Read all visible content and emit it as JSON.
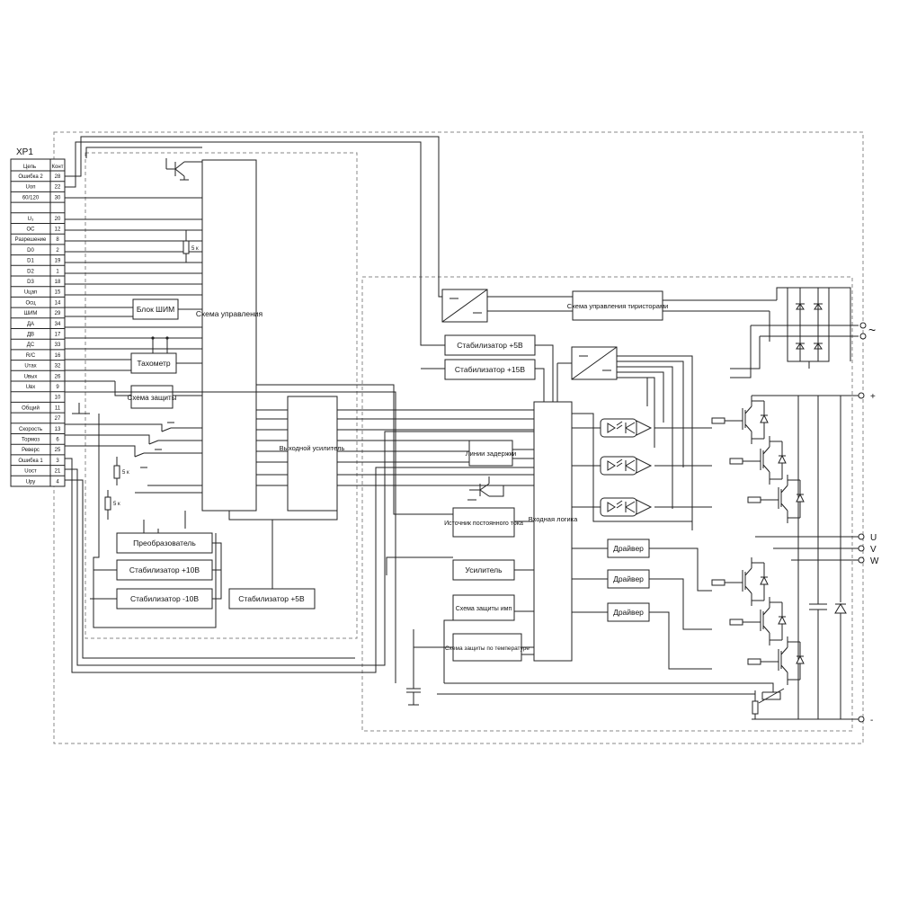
{
  "connector": {
    "title": "XP1",
    "col_signal": "Цепь",
    "col_pin": "Конт",
    "pins": [
      {
        "signal": "Ошибка 2",
        "pin": "28"
      },
      {
        "signal": "Uоп",
        "pin": "22"
      },
      {
        "signal": "60/120",
        "pin": "30"
      },
      {
        "signal": "",
        "pin": ""
      },
      {
        "signal": "U₃",
        "pin": "20"
      },
      {
        "signal": "ОС",
        "pin": "12"
      },
      {
        "signal": "Разрешение",
        "pin": "8"
      },
      {
        "signal": "D0",
        "pin": "2"
      },
      {
        "signal": "D1",
        "pin": "19"
      },
      {
        "signal": "D2",
        "pin": "1"
      },
      {
        "signal": "D3",
        "pin": "18"
      },
      {
        "signal": "Uцап",
        "pin": "15"
      },
      {
        "signal": "Осц",
        "pin": "14"
      },
      {
        "signal": "ШИМ",
        "pin": "29"
      },
      {
        "signal": "ДА",
        "pin": "34"
      },
      {
        "signal": "ДВ",
        "pin": "17"
      },
      {
        "signal": "ДС",
        "pin": "33"
      },
      {
        "signal": "R/C",
        "pin": "16"
      },
      {
        "signal": "Uтах",
        "pin": "32"
      },
      {
        "signal": "Uвых",
        "pin": "26"
      },
      {
        "signal": "Uвх",
        "pin": "9"
      },
      {
        "signal": "",
        "pin": "10"
      },
      {
        "signal": "Общий",
        "pin": "11"
      },
      {
        "signal": "",
        "pin": "27"
      },
      {
        "signal": "Скорость",
        "pin": "13"
      },
      {
        "signal": "Тормоз",
        "pin": "6"
      },
      {
        "signal": "Реверс",
        "pin": "25"
      },
      {
        "signal": "Ошибка 1",
        "pin": "3"
      },
      {
        "signal": "Uост",
        "pin": "21"
      },
      {
        "signal": "Uру",
        "pin": "4"
      }
    ]
  },
  "blocks": {
    "control": "Схема управления",
    "pwm": "Блок ШИМ",
    "tacho": "Тахометр",
    "protect": "Схема защиты",
    "output_amp": "Выходной усилитель",
    "converter": "Преобразователь",
    "stab_p10": "Стабилизатор +10В",
    "stab_m10": "Стабилизатор -10В",
    "stab_5_left": "Стабилизатор +5В",
    "stab_5_right": "Стабилизатор +5В",
    "stab_15": "Стабилизатор +15В",
    "delay": "Линии задержки",
    "current_source": "Источник постоянного тока",
    "amplifier": "Усилитель",
    "pulse_protect": "Схема защиты имп",
    "temp_protect": "Схема защиты по температуре",
    "input_logic": "Входная логика",
    "thyristor_ctrl": "Схема управления тиристорами",
    "driver1": "Драйвер",
    "driver2": "Драйвер",
    "driver3": "Драйвер"
  },
  "terminals": {
    "ac": "~",
    "plus": "+",
    "u": "U",
    "v": "V",
    "w": "W",
    "minus": "-"
  },
  "resistor_labels": [
    "5 к",
    "5 к",
    "5 к"
  ]
}
